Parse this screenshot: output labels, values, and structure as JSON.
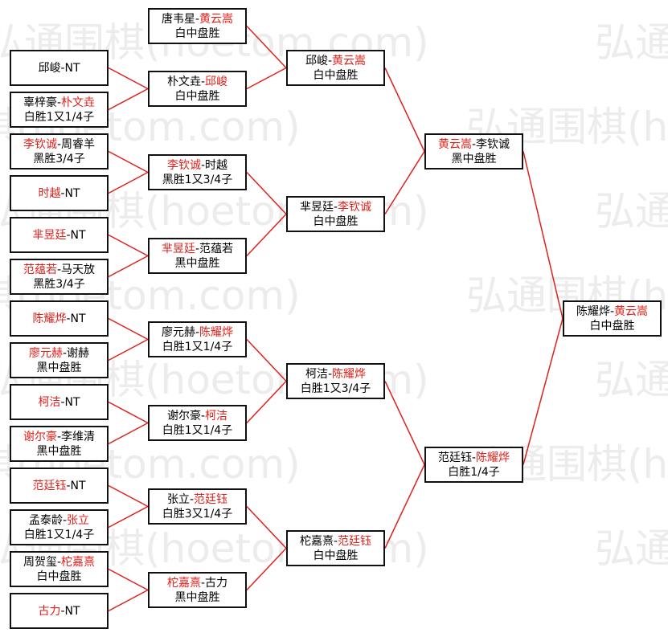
{
  "watermark": "弘通围棋(hoetom.com)",
  "colors": {
    "line": "#e0201a",
    "highlight": "#e0201a",
    "border": "#111111"
  },
  "matches": [
    {
      "id": "r1a",
      "l1": [
        {
          "t": "邱峻"
        },
        {
          "t": "-NT"
        }
      ],
      "l2": []
    },
    {
      "id": "r1b",
      "l1": [
        {
          "t": "辜梓豪-"
        },
        {
          "t": "朴文垚",
          "red": true
        }
      ],
      "l2": [
        {
          "t": "白胜1又1/4子"
        }
      ]
    },
    {
      "id": "r1c",
      "l1": [
        {
          "t": "李钦诚",
          "red": true
        },
        {
          "t": "-周睿羊"
        }
      ],
      "l2": [
        {
          "t": "黑胜3/4子"
        }
      ]
    },
    {
      "id": "r1d",
      "l1": [
        {
          "t": "时越",
          "red": true
        },
        {
          "t": "-NT"
        }
      ],
      "l2": []
    },
    {
      "id": "r1e",
      "l1": [
        {
          "t": "芈昱廷",
          "red": true
        },
        {
          "t": "-NT"
        }
      ],
      "l2": []
    },
    {
      "id": "r1f",
      "l1": [
        {
          "t": "范蕴若",
          "red": true
        },
        {
          "t": "-马天放"
        }
      ],
      "l2": [
        {
          "t": "黑胜3/4子"
        }
      ]
    },
    {
      "id": "r1g",
      "l1": [
        {
          "t": "陈耀烨",
          "red": true
        },
        {
          "t": "-NT"
        }
      ],
      "l2": []
    },
    {
      "id": "r1h",
      "l1": [
        {
          "t": "廖元赫",
          "red": true
        },
        {
          "t": "-谢赫"
        }
      ],
      "l2": [
        {
          "t": "黑中盘胜"
        }
      ]
    },
    {
      "id": "r1i",
      "l1": [
        {
          "t": "柯洁",
          "red": true
        },
        {
          "t": "-NT"
        }
      ],
      "l2": []
    },
    {
      "id": "r1j",
      "l1": [
        {
          "t": "谢尔豪",
          "red": true
        },
        {
          "t": "-李维清"
        }
      ],
      "l2": [
        {
          "t": "黑中盘胜"
        }
      ]
    },
    {
      "id": "r1k",
      "l1": [
        {
          "t": "范廷钰",
          "red": true
        },
        {
          "t": "-NT"
        }
      ],
      "l2": []
    },
    {
      "id": "r1l",
      "l1": [
        {
          "t": "孟泰龄-"
        },
        {
          "t": "张立",
          "red": true
        }
      ],
      "l2": [
        {
          "t": "白胜1又1/4子"
        }
      ]
    },
    {
      "id": "r1m",
      "l1": [
        {
          "t": "周贺玺-"
        },
        {
          "t": "柁嘉熹",
          "red": true
        }
      ],
      "l2": [
        {
          "t": "白中盘胜"
        }
      ]
    },
    {
      "id": "r1n",
      "l1": [
        {
          "t": "古力",
          "red": true
        },
        {
          "t": "-NT"
        }
      ],
      "l2": []
    },
    {
      "id": "r2a",
      "l1": [
        {
          "t": "唐韦星-"
        },
        {
          "t": "黄云嵩",
          "red": true
        }
      ],
      "l2": [
        {
          "t": "白中盘胜"
        }
      ]
    },
    {
      "id": "r2b",
      "l1": [
        {
          "t": "朴文垚-"
        },
        {
          "t": "邱峻",
          "red": true
        }
      ],
      "l2": [
        {
          "t": "白中盘胜"
        }
      ]
    },
    {
      "id": "r2c",
      "l1": [
        {
          "t": "李钦诚",
          "red": true
        },
        {
          "t": "-时越"
        }
      ],
      "l2": [
        {
          "t": "黑胜1又3/4子"
        }
      ]
    },
    {
      "id": "r2d",
      "l1": [
        {
          "t": "芈昱廷",
          "red": true
        },
        {
          "t": "-范蕴若"
        }
      ],
      "l2": [
        {
          "t": "黑中盘胜"
        }
      ]
    },
    {
      "id": "r2e",
      "l1": [
        {
          "t": "廖元赫-"
        },
        {
          "t": "陈耀烨",
          "red": true
        }
      ],
      "l2": [
        {
          "t": "白胜1又1/4子"
        }
      ]
    },
    {
      "id": "r2f",
      "l1": [
        {
          "t": "谢尔豪-"
        },
        {
          "t": "柯洁",
          "red": true
        }
      ],
      "l2": [
        {
          "t": "白胜1又1/4子"
        }
      ]
    },
    {
      "id": "r2g",
      "l1": [
        {
          "t": "张立-"
        },
        {
          "t": "范廷钰",
          "red": true
        }
      ],
      "l2": [
        {
          "t": "白胜3又1/4子"
        }
      ]
    },
    {
      "id": "r2h",
      "l1": [
        {
          "t": "柁嘉熹",
          "red": true
        },
        {
          "t": "-古力"
        }
      ],
      "l2": [
        {
          "t": "黑中盘胜"
        }
      ]
    },
    {
      "id": "r3a",
      "l1": [
        {
          "t": "邱峻-"
        },
        {
          "t": "黄云嵩",
          "red": true
        }
      ],
      "l2": [
        {
          "t": "白中盘胜"
        }
      ]
    },
    {
      "id": "r3b",
      "l1": [
        {
          "t": "芈昱廷-"
        },
        {
          "t": "李钦诚",
          "red": true
        }
      ],
      "l2": [
        {
          "t": "白中盘胜"
        }
      ]
    },
    {
      "id": "r3c",
      "l1": [
        {
          "t": "柯洁-"
        },
        {
          "t": "陈耀烨",
          "red": true
        }
      ],
      "l2": [
        {
          "t": "白胜1又3/4子"
        }
      ]
    },
    {
      "id": "r3d",
      "l1": [
        {
          "t": "柁嘉熹-"
        },
        {
          "t": "范廷钰",
          "red": true
        }
      ],
      "l2": [
        {
          "t": "白中盘胜"
        }
      ]
    },
    {
      "id": "r4a",
      "l1": [
        {
          "t": "黄云嵩",
          "red": true
        },
        {
          "t": "-李钦诚"
        }
      ],
      "l2": [
        {
          "t": "黑中盘胜"
        }
      ]
    },
    {
      "id": "r4b",
      "l1": [
        {
          "t": "范廷钰-"
        },
        {
          "t": "陈耀烨",
          "red": true
        }
      ],
      "l2": [
        {
          "t": "白胜1/4子"
        }
      ]
    },
    {
      "id": "final",
      "l1": [
        {
          "t": "陈耀烨-"
        },
        {
          "t": "黄云嵩",
          "red": true
        }
      ],
      "l2": [
        {
          "t": "白中盘胜"
        }
      ]
    }
  ]
}
